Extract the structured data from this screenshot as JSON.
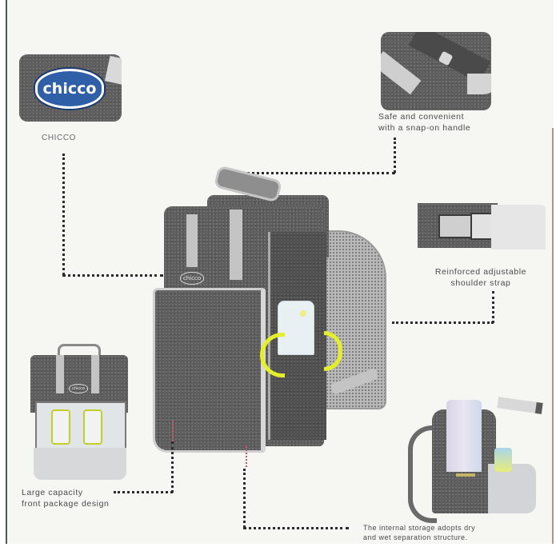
{
  "brand": {
    "logo_text": "chicco",
    "label": "CHICCO",
    "logo_color": "#2f5fa6"
  },
  "callouts": [
    {
      "id": "brand",
      "text_lines": [
        "CHICCO"
      ]
    },
    {
      "id": "handle",
      "text_lines": [
        "Safe and convenient",
        "with a snap-on handle"
      ]
    },
    {
      "id": "strap",
      "text_lines": [
        "Reinforced adjustable",
        "shoulder strap"
      ]
    },
    {
      "id": "capacity",
      "text_lines": [
        "Large capacity",
        "front package design"
      ]
    },
    {
      "id": "storage",
      "text_lines": [
        "The internal storage adopts dry",
        "and wet separation structure."
      ]
    }
  ],
  "product": {
    "name": "Chicco diaper backpack",
    "fabric_color": "#5e5e5e",
    "accent_color": "#c4c4c4",
    "bottle_handle_color": "#e4ef2a"
  }
}
